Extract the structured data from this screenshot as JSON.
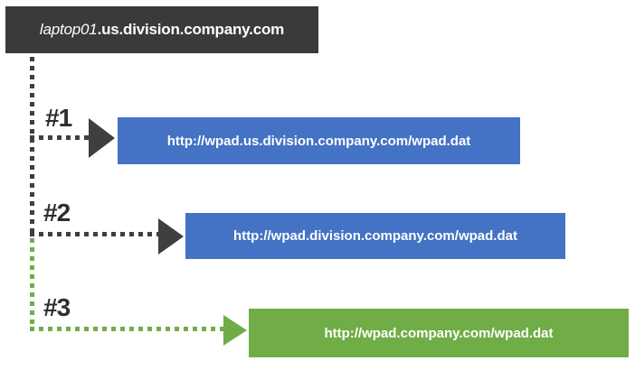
{
  "client": {
    "name_italic": "laptop01",
    "domain_suffix": ".us.division.company.com"
  },
  "attempts": [
    {
      "label": "#1",
      "url": "http://wpad.us.division.company.com/wpad.dat",
      "box_color": "#4472C4",
      "connector_color": "#3F3F3F"
    },
    {
      "label": "#2",
      "url": "http://wpad.division.company.com/wpad.dat",
      "box_color": "#4472C4",
      "connector_color": "#3F3F3F"
    },
    {
      "label": "#3",
      "url": "http://wpad.company.com/wpad.dat",
      "box_color": "#70AD47",
      "connector_color": "#70AD47"
    }
  ],
  "colors": {
    "client_box": "#3A3A3A",
    "url_box_blue": "#4472C4",
    "url_box_green": "#70AD47",
    "connector_dark": "#3F3F3F",
    "connector_green": "#70AD47",
    "label_text": "#2E2E2E",
    "box_text": "#FFFFFF"
  }
}
